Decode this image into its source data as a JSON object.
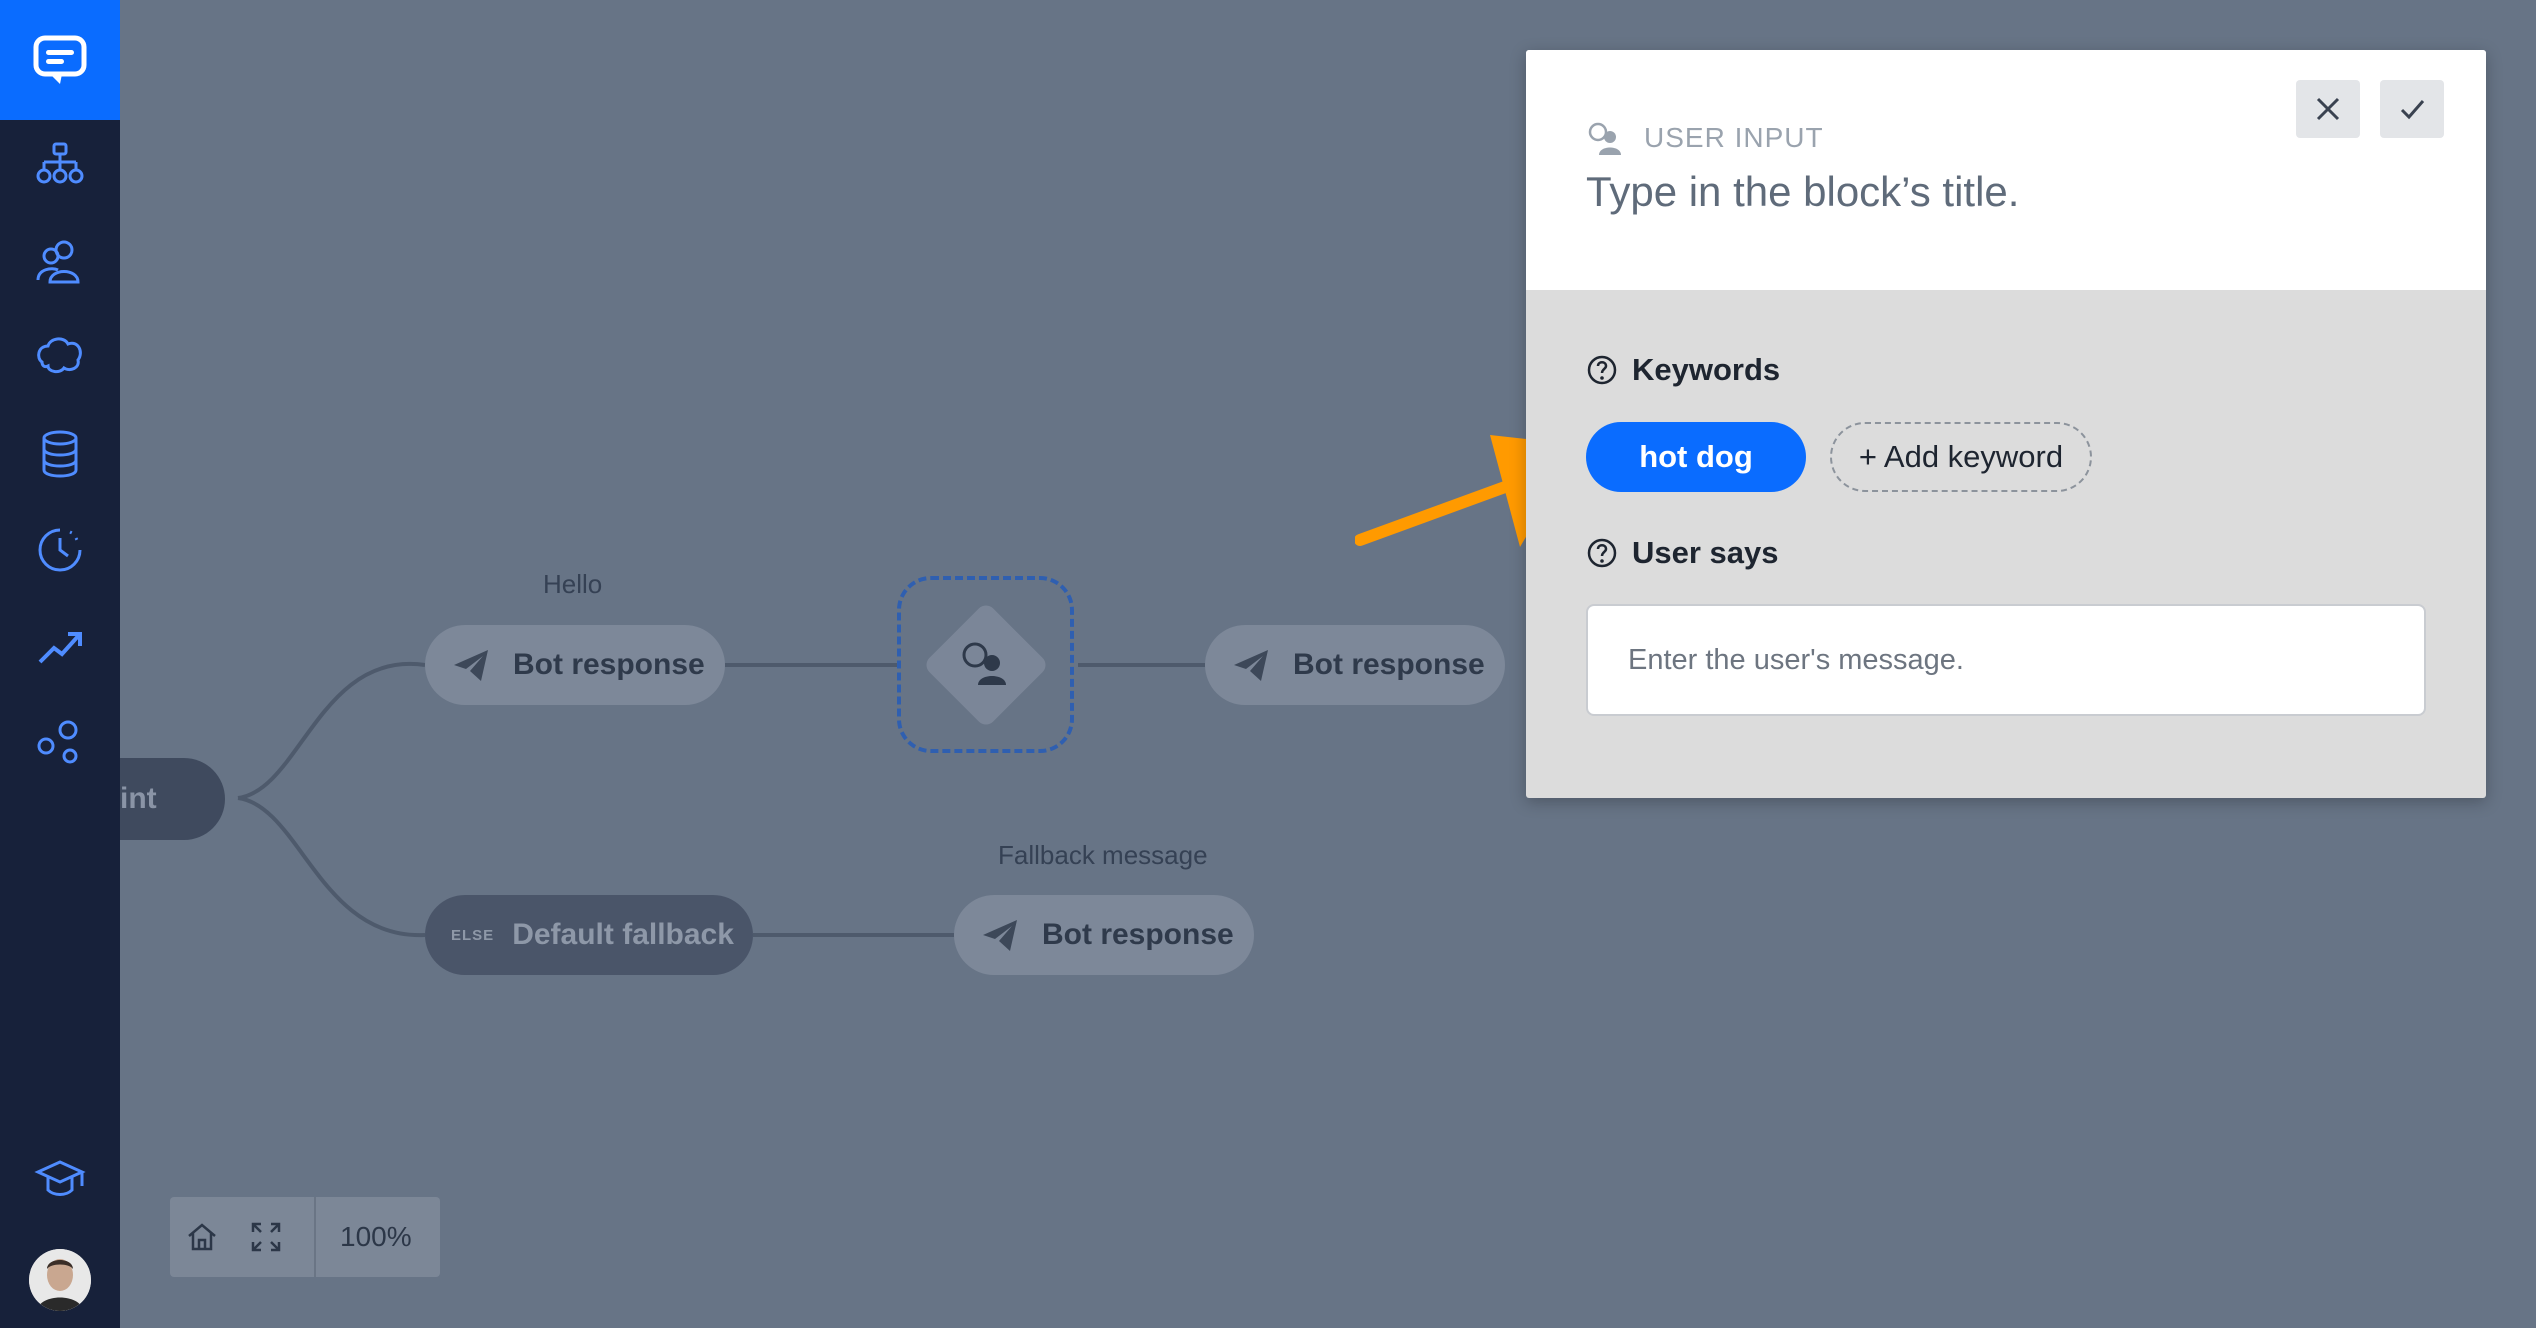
{
  "sidebar": {
    "items": [
      {
        "name": "chatbot-logo-icon"
      },
      {
        "name": "stories-icon"
      },
      {
        "name": "users-icon"
      },
      {
        "name": "training-icon"
      },
      {
        "name": "data-icon"
      },
      {
        "name": "history-icon"
      },
      {
        "name": "analytics-icon"
      },
      {
        "name": "integrations-icon"
      },
      {
        "name": "learning-icon"
      }
    ]
  },
  "canvas": {
    "start_node": "int",
    "nodes": [
      {
        "label": "Hello",
        "text": "Bot response"
      },
      {
        "label": "",
        "text": "Bot response"
      },
      {
        "label": "Fallback message",
        "text": "Bot response"
      }
    ],
    "fallback_node": {
      "tag": "ELSE",
      "text": "Default fallback"
    }
  },
  "zoombar": {
    "zoom": "100%"
  },
  "panel": {
    "type_label": "USER INPUT",
    "title": "Type in the block’s title.",
    "keywords_label": "Keywords",
    "keywords": [
      "hot dog"
    ],
    "add_keyword_label": "+ Add keyword",
    "user_says_label": "User says",
    "user_says_placeholder": "Enter the user's message."
  },
  "colors": {
    "accent": "#0a6cff",
    "sidebar": "#17213a",
    "canvas_overlay": "#677486",
    "arrow": "#ff9a00"
  }
}
